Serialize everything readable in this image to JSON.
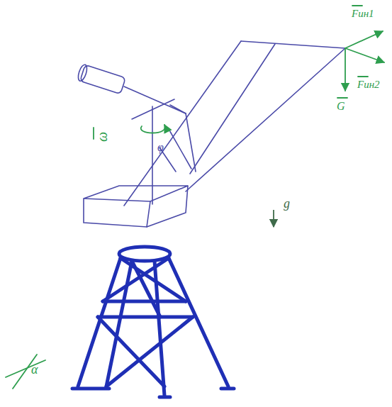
{
  "diagram": {
    "labels": [
      "Fин1",
      "Fин2",
      "G",
      "ω",
      "φ",
      "g",
      "α"
    ]
  }
}
